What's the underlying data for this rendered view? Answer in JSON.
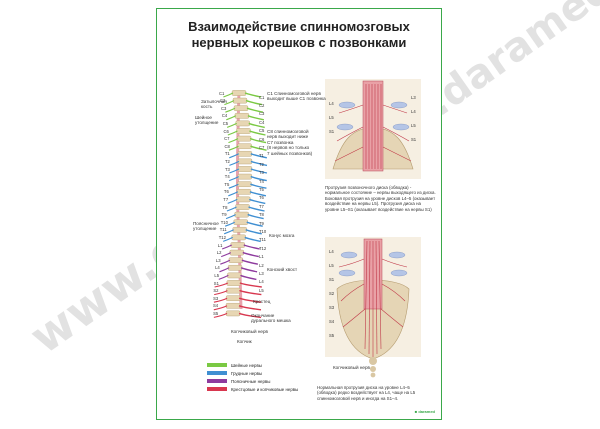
{
  "poster": {
    "title_line1": "Взаимодействие спинномозговых",
    "title_line2": "нервных корешков с позвонками",
    "accent_color": "#3aa84a"
  },
  "annotations": {
    "atlas": "Затылочная\nкость",
    "cervical_enl": "Шейное\nутолщение",
    "c1_note": "C1 Спинномозговой нерв\nвыходит выше C1 позвонка",
    "c8_note": "C8 спинномозговой\nнерв выходит ниже\nC7 позвонка\n(8 нервов но только\n7 шейных позвонков)",
    "lumbar_enl": "Поясничное\nутолщение",
    "conus": "Конус мозга",
    "cauda": "Конский хвост",
    "sacrum": "Крестец",
    "dural_end": "Окончание\nдурального мешка",
    "coccygeal_nerve": "Копчиковый нерв",
    "coccyx": "Копчик",
    "coccygeal_nerve_right": "Копчиковый нерв"
  },
  "vertebra_labels_left": [
    "C1",
    "C2",
    "C3",
    "C4",
    "C5",
    "C6",
    "C7",
    "C8",
    "T1",
    "T2",
    "T3",
    "T4",
    "T5",
    "T6",
    "T7",
    "T8",
    "T9",
    "T10",
    "T11",
    "T12",
    "L1",
    "L2",
    "L3",
    "L4",
    "L5",
    "S1",
    "S2",
    "S3",
    "S4",
    "S5"
  ],
  "vertebra_labels_right": [
    "C1",
    "C2",
    "C3",
    "C4",
    "C5",
    "C6",
    "C7",
    "T1",
    "T2",
    "T3",
    "T4",
    "T5",
    "T6",
    "T7",
    "T8",
    "T9",
    "T10",
    "T11",
    "T12",
    "L1",
    "L2",
    "L3",
    "L4",
    "L5"
  ],
  "detail_top_labels": [
    "L4",
    "L5",
    "S1",
    "L3",
    "L4",
    "L5",
    "S1"
  ],
  "detail_bottom_labels": [
    "L4",
    "L5",
    "S1",
    "S2",
    "S3",
    "S4",
    "S5"
  ],
  "notes": {
    "herniation": "Протрузия позвоночного диска (обводка) -\nнормальное состояние – нервы выходящего из диска.\nБоковая протрузия на уровне дисков L4–5 (оказывает\nвоздействие на нервы L5). Протрузия диска на\nуровне L5–S1 (оказывает воздействие на нервы S1)",
    "normal": "Нормальная протрузия диска на уровне L4–5\n(обводка) редко воздействует на L4, чаще на L5\nспинномозговой нерв и иногда на S1–4."
  },
  "legend": [
    {
      "label": "Шейные нервы",
      "color": "#7ac943"
    },
    {
      "label": "Грудные нервы",
      "color": "#3f8fd2"
    },
    {
      "label": "Поясничные нервы",
      "color": "#8e3b9e"
    },
    {
      "label": "Крестцовые и копчиковые нервы",
      "color": "#d8374f"
    }
  ],
  "logo": "■ daramed",
  "watermark": "www.daramed.ru"
}
